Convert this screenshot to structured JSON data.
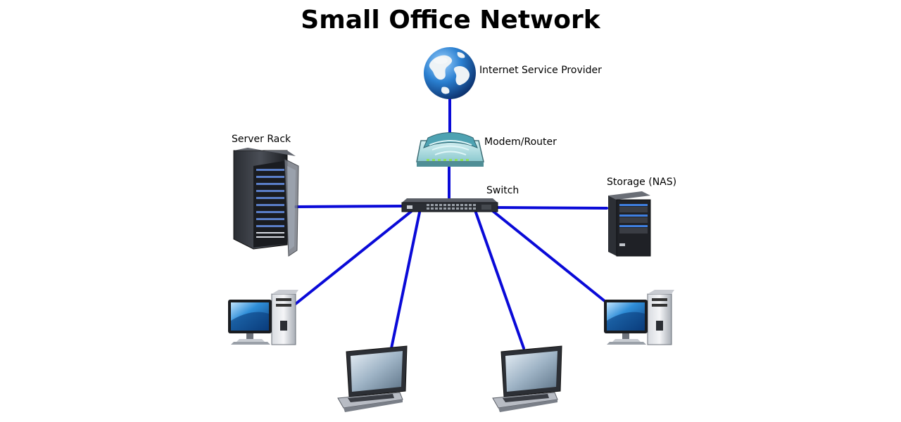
{
  "title": "Small Office Network",
  "nodes": {
    "isp": {
      "label": "Internet Service Provider",
      "icon": "globe-icon"
    },
    "router": {
      "label": "Modem/Router",
      "icon": "router-icon"
    },
    "switch": {
      "label": "Switch",
      "icon": "switch-icon"
    },
    "server": {
      "label": "Server Rack",
      "icon": "server-rack-icon"
    },
    "nas": {
      "label": "Storage (NAS)",
      "icon": "nas-icon"
    },
    "desktop_left": {
      "icon": "desktop-computer-icon"
    },
    "desktop_right": {
      "icon": "desktop-computer-icon"
    },
    "laptop_left": {
      "icon": "laptop-icon"
    },
    "laptop_right": {
      "icon": "laptop-icon"
    }
  },
  "colors": {
    "link": "#0a0ad8"
  }
}
